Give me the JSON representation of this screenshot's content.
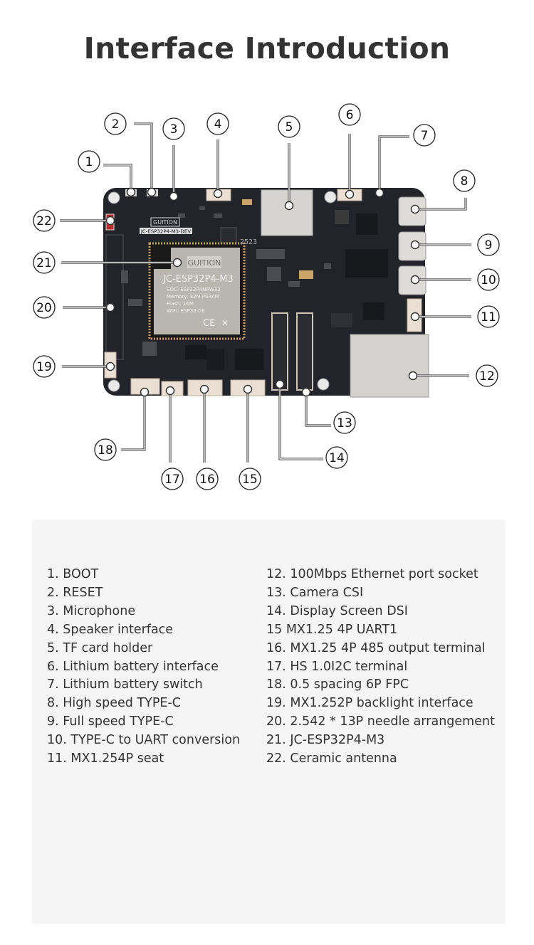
{
  "title": "Interface Introduction",
  "board": {
    "brand_logo": "GUITION",
    "silk_label": "JC-ESP32P4-M3-DEV",
    "silk_code": "2523",
    "module": {
      "logo": "GUITION",
      "name": "JC-ESP32P4-M3",
      "soc": "SOC:  ESP32P4NRW32",
      "memory": "Memory:  32M PSRAM",
      "flash": "Flash:  16M",
      "wifi": "WIFI:  ESP32-C6",
      "marks": "CE"
    },
    "colors": {
      "pcb": "#23242a",
      "module": "#b9b6b1",
      "connector": "#e9dfd3",
      "metal": "#d6d4d0",
      "antenna": "#b5302c"
    }
  },
  "callouts": [
    "1",
    "2",
    "3",
    "4",
    "5",
    "6",
    "7",
    "8",
    "9",
    "10",
    "11",
    "12",
    "13",
    "14",
    "15",
    "16",
    "17",
    "18",
    "19",
    "20",
    "21",
    "22"
  ],
  "legend": {
    "left": [
      "1. BOOT",
      "2. RESET",
      "3. Microphone",
      "4. Speaker interface",
      "5. TF card holder",
      "6. Lithium battery interface",
      "7. Lithium battery switch",
      "8. High speed TYPE-C",
      "9. Full speed TYPE-C",
      "10. TYPE-C to UART conversion",
      "11. MX1.254P seat"
    ],
    "right": [
      "12. 100Mbps Ethernet port socket",
      "13. Camera CSI",
      "14. Display Screen DSI",
      "15 MX1.25 4P UART1",
      "16. MX1.25 4P 485 output terminal",
      "17. HS 1.0I2C terminal",
      "18. 0.5 spacing 6P FPC",
      "19. MX1.252P backlight interface",
      "20. 2.542 * 13P needle arrangement",
      "21. JC-ESP32P4-M3",
      "22. Ceramic antenna"
    ]
  }
}
